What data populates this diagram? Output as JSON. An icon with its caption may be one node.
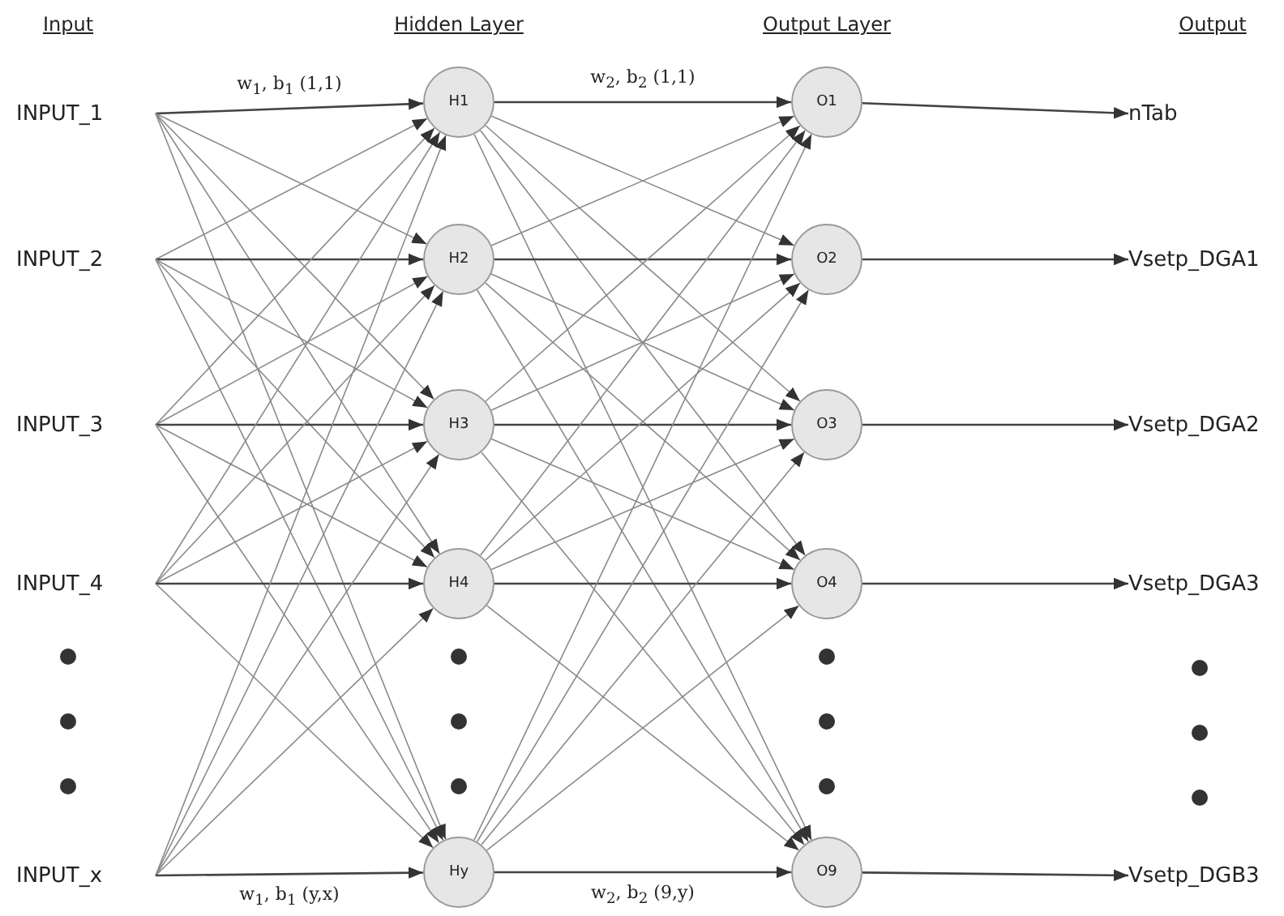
{
  "diagram": {
    "nodes": [
      {
        "text": [
          "INPUT_1"
        ]
      },
      {
        "text": [
          "INPUT_2"
        ]
      },
      {
        "text": [
          "INPUT_3"
        ]
      },
      {
        "text": [
          "INPUT_4"
        ]
      },
      {
        "text": [
          "INPUT_x"
        ]
      },
      {
        "text": [
          "H1"
        ]
      },
      {
        "text": [
          "H2"
        ]
      },
      {
        "text": [
          "H3"
        ]
      },
      {
        "text": [
          "H4"
        ]
      },
      {
        "text": [
          "Hy"
        ]
      },
      {
        "text": [
          "O1"
        ]
      },
      {
        "text": [
          "O2"
        ]
      },
      {
        "text": [
          "O3"
        ]
      },
      {
        "text": [
          "O4"
        ]
      },
      {
        "text": [
          "O9"
        ]
      },
      {
        "text": [
          "nTab"
        ]
      },
      {
        "text": [
          "Vsetp_DGA1"
        ]
      },
      {
        "text": [
          "Vsetp_DGA2"
        ]
      },
      {
        "text": [
          "Vsetp_DGA3"
        ]
      },
      {
        "text": [
          "Vsetp_DGB3"
        ]
      }
    ],
    "edges": [
      {
        "from": 0,
        "to": 5,
        "arrow": "to",
        "label": "w$_{1}$, b$_{1}$ (1,1)"
      },
      {
        "from": 0,
        "to": 6,
        "arrow": "to"
      },
      {
        "from": 0,
        "to": 7,
        "arrow": "to"
      },
      {
        "from": 0,
        "to": 8,
        "arrow": "to"
      },
      {
        "from": 0,
        "to": 9,
        "arrow": "to"
      },
      {
        "from": 1,
        "to": 5,
        "arrow": "to"
      },
      {
        "from": 1,
        "to": 6,
        "arrow": "to"
      },
      {
        "from": 1,
        "to": 7,
        "arrow": "to"
      },
      {
        "from": 1,
        "to": 8,
        "arrow": "to"
      },
      {
        "from": 1,
        "to": 9,
        "arrow": "to"
      },
      {
        "from": 2,
        "to": 5,
        "arrow": "to"
      },
      {
        "from": 2,
        "to": 6,
        "arrow": "to"
      },
      {
        "from": 2,
        "to": 7,
        "arrow": "to"
      },
      {
        "from": 2,
        "to": 8,
        "arrow": "to"
      },
      {
        "from": 2,
        "to": 9,
        "arrow": "to"
      },
      {
        "from": 3,
        "to": 5,
        "arrow": "to"
      },
      {
        "from": 3,
        "to": 6,
        "arrow": "to"
      },
      {
        "from": 3,
        "to": 7,
        "arrow": "to"
      },
      {
        "from": 3,
        "to": 8,
        "arrow": "to"
      },
      {
        "from": 3,
        "to": 9,
        "arrow": "to"
      },
      {
        "from": 4,
        "to": 5,
        "arrow": "to"
      },
      {
        "from": 4,
        "to": 6,
        "arrow": "to"
      },
      {
        "from": 4,
        "to": 7,
        "arrow": "to"
      },
      {
        "from": 4,
        "to": 8,
        "arrow": "to"
      },
      {
        "from": 4,
        "to": 9,
        "arrow": "to",
        "label": "w$_{1}$, b$_{1}$ (y,x)"
      },
      {
        "from": 5,
        "to": 10,
        "arrow": "to",
        "label": "w$_{2}$, b$_{2}$ (1,1)"
      },
      {
        "from": 5,
        "to": 11,
        "arrow": "to"
      },
      {
        "from": 5,
        "to": 12,
        "arrow": "to"
      },
      {
        "from": 5,
        "to": 13,
        "arrow": "to"
      },
      {
        "from": 5,
        "to": 14,
        "arrow": "to"
      },
      {
        "from": 6,
        "to": 10,
        "arrow": "to"
      },
      {
        "from": 6,
        "to": 11,
        "arrow": "to"
      },
      {
        "from": 6,
        "to": 12,
        "arrow": "to"
      },
      {
        "from": 6,
        "to": 13,
        "arrow": "to"
      },
      {
        "from": 6,
        "to": 14,
        "arrow": "to"
      },
      {
        "from": 7,
        "to": 10,
        "arrow": "to"
      },
      {
        "from": 7,
        "to": 11,
        "arrow": "to"
      },
      {
        "from": 7,
        "to": 12,
        "arrow": "to"
      },
      {
        "from": 7,
        "to": 13,
        "arrow": "to"
      },
      {
        "from": 7,
        "to": 14,
        "arrow": "to"
      },
      {
        "from": 8,
        "to": 10,
        "arrow": "to"
      },
      {
        "from": 8,
        "to": 11,
        "arrow": "to"
      },
      {
        "from": 8,
        "to": 12,
        "arrow": "to"
      },
      {
        "from": 8,
        "to": 13,
        "arrow": "to"
      },
      {
        "from": 8,
        "to": 14,
        "arrow": "to"
      },
      {
        "from": 9,
        "to": 10,
        "arrow": "to"
      },
      {
        "from": 9,
        "to": 11,
        "arrow": "to"
      },
      {
        "from": 9,
        "to": 12,
        "arrow": "to"
      },
      {
        "from": 9,
        "to": 13,
        "arrow": "to"
      },
      {
        "from": 9,
        "to": 14,
        "arrow": "to",
        "label": "w$_{2}$, b$_{2}$ (9,y)"
      },
      {
        "from": 10,
        "to": 15,
        "arrow": "to"
      },
      {
        "from": 11,
        "to": 16,
        "arrow": "to"
      },
      {
        "from": 12,
        "to": 17,
        "arrow": "to"
      },
      {
        "from": 13,
        "to": 18,
        "arrow": "to"
      },
      {
        "from": 14,
        "to": 19,
        "arrow": "to"
      }
    ],
    "labels": [
      "Input",
      "Hidden Layer",
      "Output Layer",
      "Output"
    ]
  }
}
